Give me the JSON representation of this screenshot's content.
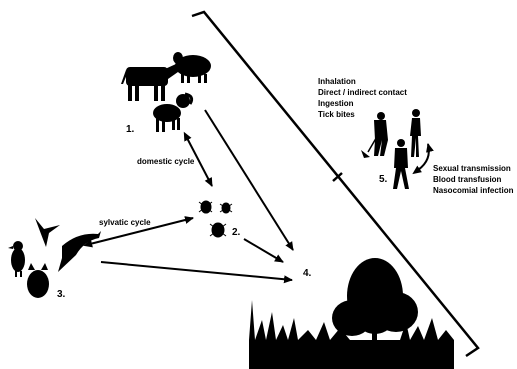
{
  "labels": {
    "n1": "1.",
    "n2": "2.",
    "n3": "3.",
    "n4": "4.",
    "n5": "5.",
    "domestic_cycle": "domestic cycle",
    "sylvatic_cycle": "sylvatic cycle"
  },
  "routes_to_humans": [
    "Inhalation",
    "Direct / indirect contact",
    "Ingestion",
    "Tick bites"
  ],
  "human_to_human": [
    "Sexual transmission",
    "Blood transfusion",
    "Nasocomial infection"
  ],
  "icons": {
    "livestock": [
      "cow-icon",
      "sheep-icon",
      "ram-icon"
    ],
    "vectors": [
      "tick-icon"
    ],
    "wildlife": [
      "bird-icon",
      "swallow-icon",
      "goose-icon",
      "owl-icon"
    ],
    "environment": [
      "tree-icon",
      "grass-icon"
    ],
    "humans": [
      "farmer-icon",
      "person-icon",
      "woman-icon"
    ]
  },
  "colors": {
    "ink": "#000000",
    "background": "#ffffff"
  }
}
